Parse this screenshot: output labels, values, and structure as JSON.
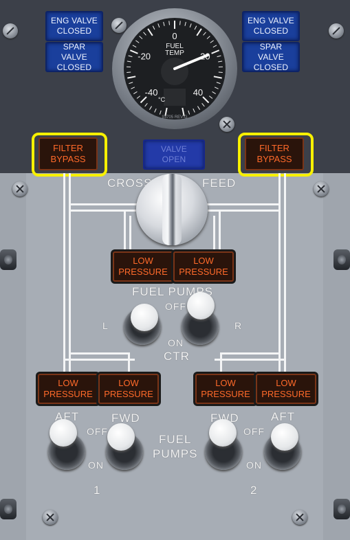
{
  "top_left": {
    "eng_valve": "ENG VALVE\nCLOSED",
    "spar_valve": "SPAR VALVE\nCLOSED"
  },
  "top_right": {
    "eng_valve": "ENG VALVE\nCLOSED",
    "spar_valve": "SPAR VALVE\nCLOSED"
  },
  "gauge": {
    "title_line1": "FUEL",
    "title_line2": "TEMP",
    "unit": "°C",
    "serial": "93705 REV-G",
    "ticks": [
      "-40",
      "-20",
      "0",
      "20",
      "40"
    ],
    "needle_value": 20
  },
  "filter_bypass_left": "FILTER\nBYPASS",
  "filter_bypass_right": "FILTER\nBYPASS",
  "valve_open": "VALVE\nOPEN",
  "crossfeed": {
    "left_word": "CROSS",
    "right_word": "FEED"
  },
  "center_pumps": {
    "low_pressure_left": "LOW\nPRESSURE",
    "low_pressure_right": "LOW\nPRESSURE",
    "title": "FUEL PUMPS",
    "off": "OFF",
    "on": "ON",
    "ctr": "CTR",
    "left": "L",
    "right": "R"
  },
  "tank1": {
    "low_pressure_aft": "LOW\nPRESSURE",
    "low_pressure_fwd": "LOW\nPRESSURE",
    "aft": "AFT",
    "fwd": "FWD",
    "off": "OFF",
    "on": "ON",
    "number": "1"
  },
  "tank2": {
    "low_pressure_fwd": "LOW\nPRESSURE",
    "low_pressure_aft": "LOW\nPRESSURE",
    "fwd": "FWD",
    "aft": "AFT",
    "off": "OFF",
    "on": "ON",
    "number": "2"
  },
  "fuel_pumps_label": "FUEL\nPUMPS",
  "colors": {
    "annunciator_amber": "#ff6a2a",
    "annunciator_blue": "#1a3f9c",
    "highlight": "#f7f000"
  }
}
